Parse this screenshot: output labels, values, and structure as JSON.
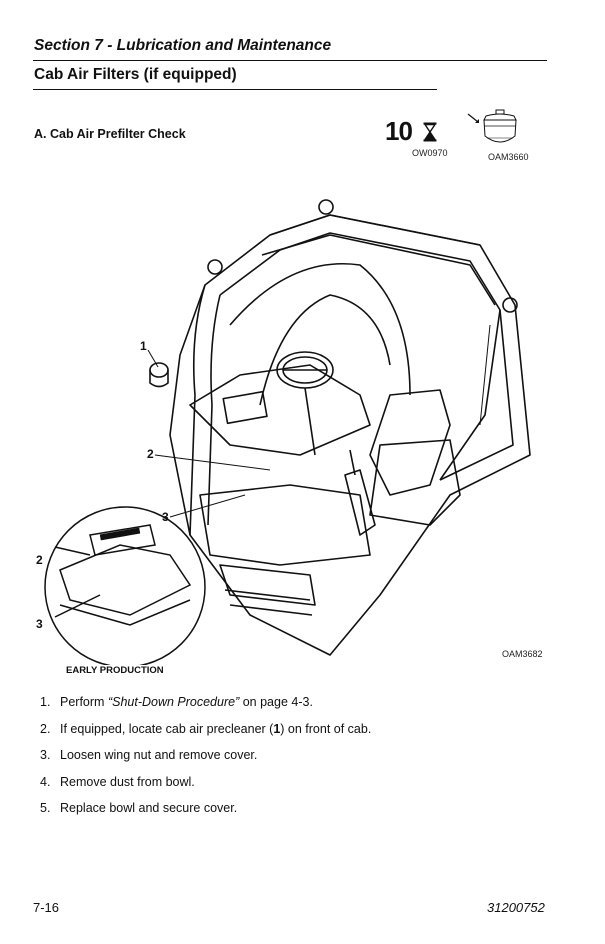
{
  "header": {
    "section_title": "Section 7 - Lubrication and Maintenance",
    "page_subtitle": "Cab Air Filters (if equipped)"
  },
  "step_heading": "A. Cab Air Prefilter Check",
  "interval": {
    "value": "10",
    "code": "OW0970",
    "icon": "hourglass-icon"
  },
  "filter_icon_code": "OAM3660",
  "figure": {
    "code": "OAM3682",
    "inset_label": "EARLY PRODUCTION",
    "callouts": {
      "c1": "1",
      "c2": "2",
      "c3": "3",
      "c2_inset": "2",
      "c3_inset": "3"
    }
  },
  "steps": [
    {
      "num": "1.",
      "pre": "Perform ",
      "emph": "“Shut-Down Procedure”",
      "post": " on page 4-3."
    },
    {
      "num": "2.",
      "pre": "If equipped, locate cab air precleaner (",
      "bold": "1",
      "post": ") on front of cab."
    },
    {
      "num": "3.",
      "text": "Loosen wing nut and remove cover."
    },
    {
      "num": "4.",
      "text": "Remove dust from bowl."
    },
    {
      "num": "5.",
      "text": "Replace bowl and secure cover."
    }
  ],
  "footer": {
    "page_number": "7-16",
    "doc_number": "31200752"
  }
}
